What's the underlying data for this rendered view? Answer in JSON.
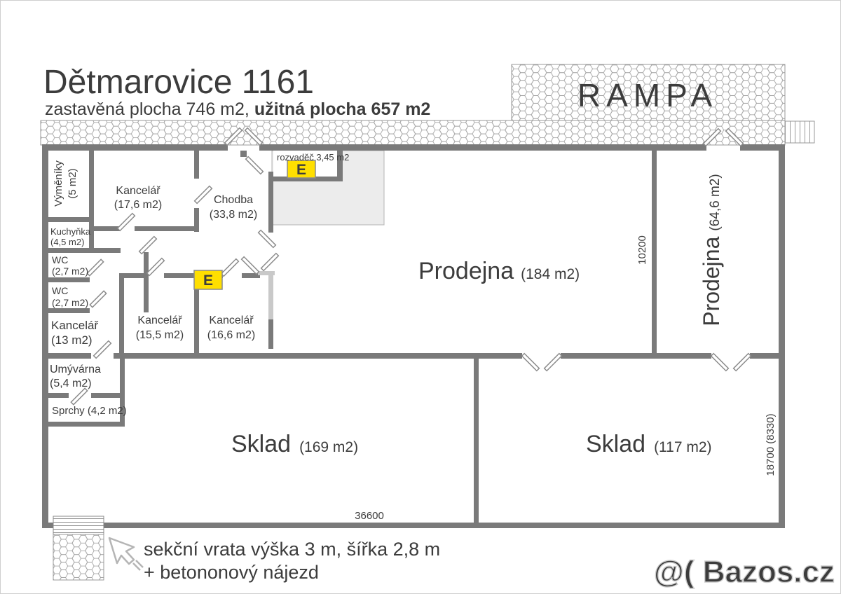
{
  "title": "Dětmarovice 1161",
  "subtitle": {
    "part1": "zastavěná plocha 746 m2,",
    "part2": "užitná plocha 657 m2"
  },
  "rampa": {
    "label": "RAMPA"
  },
  "electric": {
    "label": "E"
  },
  "rooms": {
    "vymeniky": {
      "name": "Výměníky",
      "area": "(5 m2)"
    },
    "kancelar176": {
      "name": "Kancelář",
      "area": "(17,6 m2)"
    },
    "chodba": {
      "name": "Chodba",
      "area": "(33,8 m2)"
    },
    "rozvadec": {
      "label": "rozvaděč 3,45 m2"
    },
    "kuchynka": {
      "name": "Kuchyňka",
      "area": "(4,5 m2)"
    },
    "wc1": {
      "name": "WC",
      "area": "(2,7 m2)"
    },
    "wc2": {
      "name": "WC",
      "area": "(2,7 m2)"
    },
    "kancelar13": {
      "name": "Kancelář",
      "area": "(13 m2)"
    },
    "kancelar155": {
      "name": "Kancelář",
      "area": "(15,5 m2)"
    },
    "kancelar166": {
      "name": "Kancelář",
      "area": "(16,6 m2)"
    },
    "umyvarna": {
      "name": "Umývárna",
      "area": "(5,4 m2)"
    },
    "sprchy": {
      "label": "Sprchy (4,2 m2)"
    },
    "prodejna_main": {
      "name": "Prodejna",
      "area": "(184 m2)"
    },
    "prodejna_side": {
      "name": "Prodejna",
      "area": "(64,6 m2)"
    },
    "sklad_left": {
      "name": "Sklad",
      "area": "(169 m2)"
    },
    "sklad_right": {
      "name": "Sklad",
      "area": "(117 m2)"
    }
  },
  "dimensions": {
    "bottom_width": "36600",
    "prodejna_height": "10200",
    "storage_height": "18700 (8330)"
  },
  "note": {
    "line1": "sekční vrata výška 3 m, šířka 2,8 m",
    "line2": "+ betononový nájezd"
  },
  "watermark": {
    "text": "@( Bazos.cz"
  },
  "colors": {
    "wall": "#7a7a7a",
    "partition_light": "#c9c9c9",
    "shaded_area": "#ececec",
    "e_box_fill": "#ffdf00",
    "e_letter": "#e0461f",
    "hatch_line": "#9a9a9a",
    "text": "#3c3c3c",
    "watermark": "#d9d9d9"
  }
}
